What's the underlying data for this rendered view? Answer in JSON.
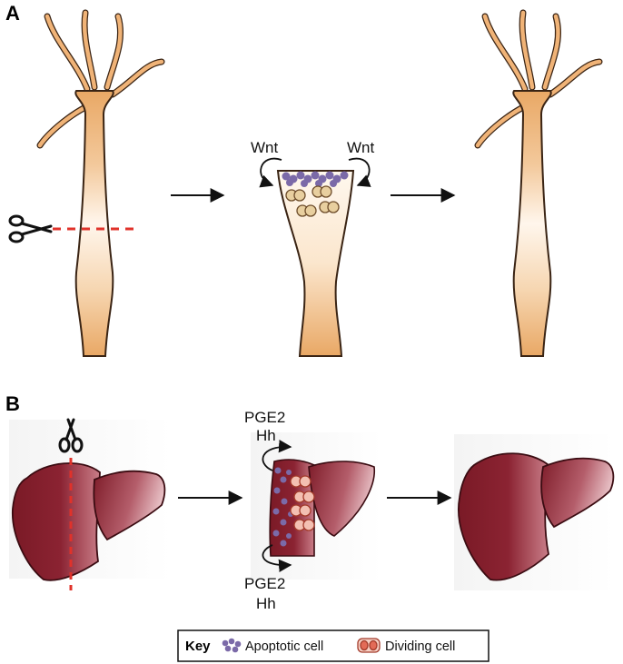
{
  "panels": {
    "a": {
      "label": "A",
      "signal_left": "Wnt",
      "signal_right": "Wnt"
    },
    "b": {
      "label": "B",
      "signal_top_1": "PGE2",
      "signal_top_2": "Hh",
      "signal_bottom_1": "PGE2",
      "signal_bottom_2": "Hh"
    }
  },
  "key": {
    "title": "Key",
    "apoptotic": "Apoptotic cell",
    "dividing": "Dividing cell"
  },
  "colors": {
    "hydra_top": "#e9a865",
    "hydra_mid": "#fff3e6",
    "cut_line": "#e0322a",
    "liver_dark": "#7a1a26",
    "liver_light": "#d8a3aa",
    "apoptotic": "#7b6aa8",
    "dividing": "#e36b57"
  }
}
